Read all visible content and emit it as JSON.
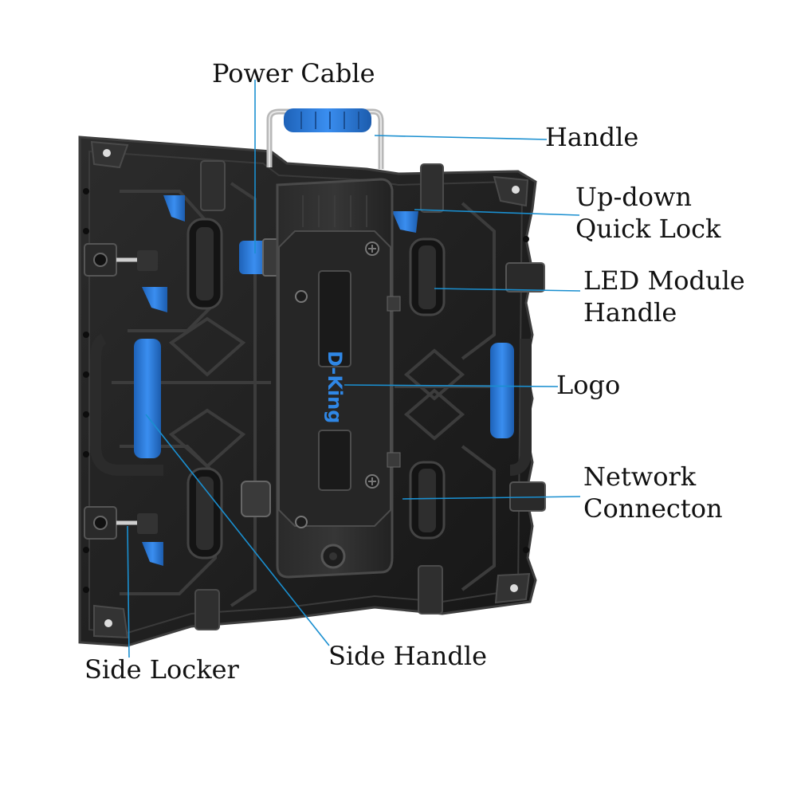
{
  "diagram": {
    "labels": {
      "power_cable": "Power Cable",
      "handle": "Handle",
      "up_down_quick_lock": [
        "Up-down",
        "Quick Lock"
      ],
      "led_module_handle": [
        "LED Module",
        "Handle"
      ],
      "logo": "Logo",
      "network_connecton": [
        "Network",
        "Connecton"
      ],
      "side_handle": "Side Handle",
      "side_locker": "Side Locker"
    },
    "brand_logo_text": "D-King",
    "colors": {
      "leader_line": "#1a8fd0",
      "accent_blue": "#2f7fd8",
      "cabinet_body": "#232323",
      "cabinet_edge": "#3a3a3a",
      "label_text": "#111111"
    }
  }
}
